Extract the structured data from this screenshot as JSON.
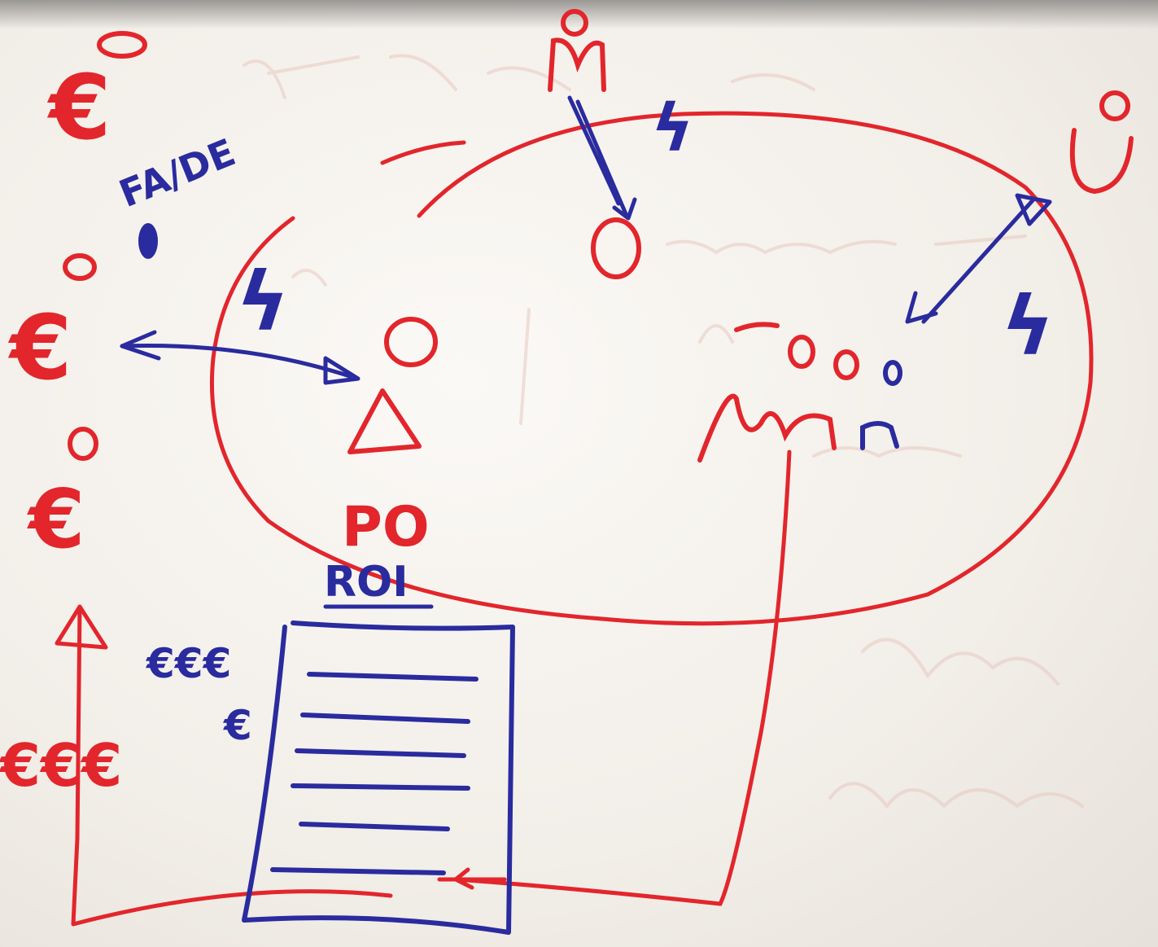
{
  "labels": {
    "fa_de": "FA/DE",
    "po": "PO",
    "roi": "ROI",
    "euros_blue": "€€€",
    "euro_small": "€",
    "euros_red": "€€€",
    "euro_symbol": "€",
    "lightning": "ϟ"
  },
  "colors": {
    "red_marker": "#e2262c",
    "blue_marker": "#2a2b9e",
    "paper": "#f3efe9"
  }
}
